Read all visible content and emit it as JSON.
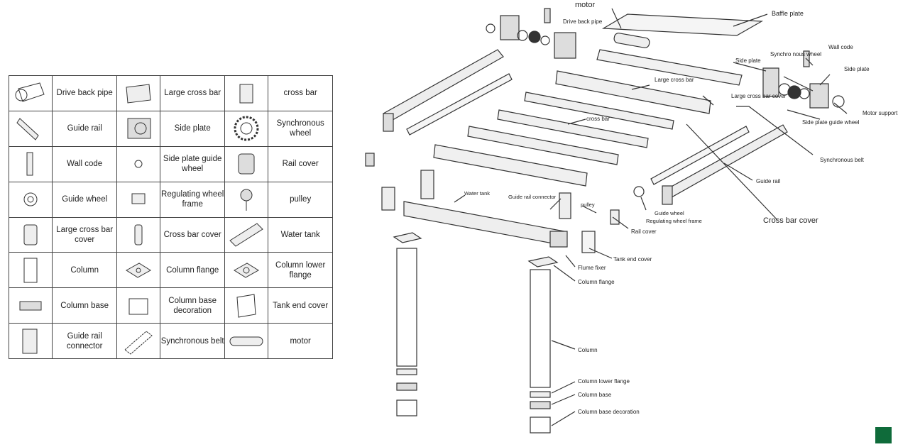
{
  "table": {
    "rows": [
      [
        {
          "icon": "drive-back-pipe-icon",
          "label": "Drive back pipe"
        },
        {
          "icon": "large-cross-bar-icon",
          "label": "Large cross bar"
        },
        {
          "icon": "cross-bar-icon",
          "label": "cross bar"
        }
      ],
      [
        {
          "icon": "guide-rail-icon",
          "label": "Guide rail"
        },
        {
          "icon": "side-plate-icon",
          "label": "Side plate"
        },
        {
          "icon": "synchronous-wheel-icon",
          "label": "Synchronous wheel"
        }
      ],
      [
        {
          "icon": "wall-code-icon",
          "label": "Wall code"
        },
        {
          "icon": "side-plate-guide-wheel-icon",
          "label": "Side plate guide wheel"
        },
        {
          "icon": "rail-cover-icon",
          "label": "Rail cover"
        }
      ],
      [
        {
          "icon": "guide-wheel-icon",
          "label": "Guide wheel"
        },
        {
          "icon": "regulating-wheel-frame-icon",
          "label": "Regulating wheel frame"
        },
        {
          "icon": "pulley-icon",
          "label": "pulley"
        }
      ],
      [
        {
          "icon": "large-cross-bar-cover-icon",
          "label": "Large cross bar cover"
        },
        {
          "icon": "cross-bar-cover-icon",
          "label": "Cross bar cover"
        },
        {
          "icon": "water-tank-icon",
          "label": "Water tank"
        }
      ],
      [
        {
          "icon": "column-icon",
          "label": "Column"
        },
        {
          "icon": "column-flange-icon",
          "label": "Column flange"
        },
        {
          "icon": "column-lower-flange-icon",
          "label": "Column lower flange"
        }
      ],
      [
        {
          "icon": "column-base-icon",
          "label": "Column base"
        },
        {
          "icon": "column-base-decoration-icon",
          "label": "Column base decoration"
        },
        {
          "icon": "tank-end-cover-icon",
          "label": "Tank end cover"
        }
      ],
      [
        {
          "icon": "guide-rail-connector-icon",
          "label": "Guide rail connector"
        },
        {
          "icon": "synchronous-belt-icon",
          "label": "Synchronous belt"
        },
        {
          "icon": "motor-icon",
          "label": "motor"
        }
      ]
    ]
  },
  "diagram": {
    "labels": {
      "motor": "motor",
      "drive_back_pipe": "Drive back pipe",
      "baffle_plate": "Baffle plate",
      "wall_code": "Wall code",
      "side_plate_left": "Side plate",
      "synchronous_wheel": "Synchro nous wheel",
      "side_plate_right": "Side plate",
      "large_cross_bar": "Large cross bar",
      "large_cross_bar_cover": "Large cross bar cover",
      "motor_support_cover": "Motor support cover",
      "side_plate_guide_wheel": "Side plate guide wheel",
      "cross_bar": "cross bar",
      "synchronous_belt": "Synchronous belt",
      "guide_rail": "Guide rail",
      "water_tank": "Water tank",
      "guide_rail_connector": "Guide rail connector",
      "pulley": "pulley",
      "guide_wheel": "Guide wheel",
      "regulating_wheel_frame": "Regulating wheel frame",
      "cross_bar_cover": "Cross bar cover",
      "rail_cover": "Rail cover",
      "tank_end_cover": "Tank end cover",
      "flume_fixer": "Flume fixer",
      "column_flange": "Column flange",
      "column": "Column",
      "column_lower_flange": "Column lower flange",
      "column_base": "Column base",
      "column_base_decoration": "Column base decoration"
    }
  }
}
